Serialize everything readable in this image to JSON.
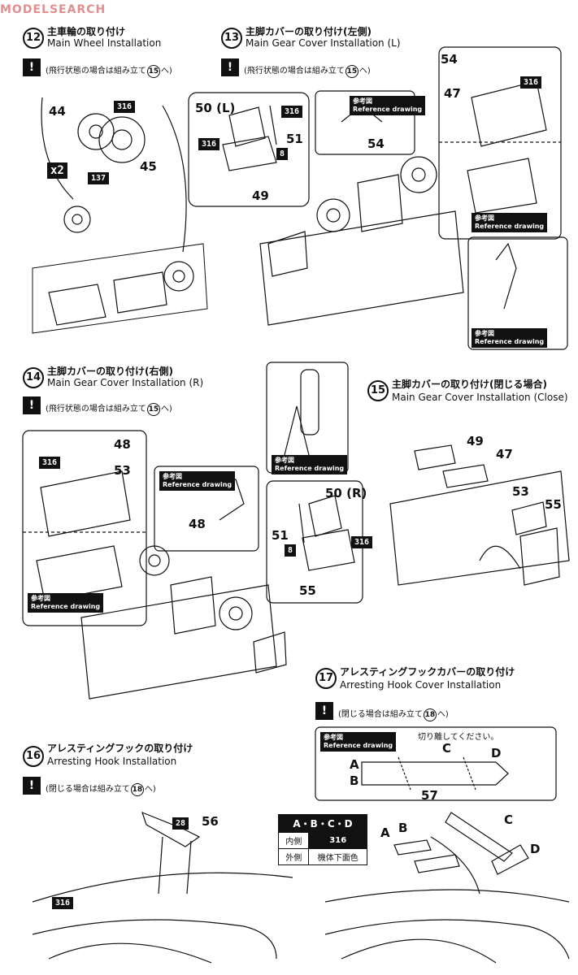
{
  "watermark": "MODELSEARCH",
  "glue_mark": "!",
  "ref_label_jp": "参考図",
  "ref_label_en": "Reference drawing",
  "steps": {
    "s12": {
      "num": "12",
      "jp": "主車輪の取り付け",
      "en": "Main Wheel Installation",
      "note_pre": "飛行状態の場合は組み立て",
      "note_ref": "15",
      "note_post": "へ",
      "parts": [
        "44",
        "45"
      ],
      "paint_a": "316",
      "paint_b": "137",
      "multiplier": "x2"
    },
    "s13": {
      "num": "13",
      "jp": "主脚カバーの取り付け(左側)",
      "en": "Main Gear Cover Installation (L)",
      "note_pre": "飛行状態の場合は組み立て",
      "note_ref": "15",
      "note_post": "へ",
      "parts": [
        "50 (L)",
        "51",
        "49",
        "54",
        "47",
        "54"
      ],
      "paint_316": "316",
      "paint_8": "8"
    },
    "s14": {
      "num": "14",
      "jp": "主脚カバーの取り付け(右側)",
      "en": "Main Gear Cover Installation (R)",
      "note_pre": "飛行状態の場合は組み立て",
      "note_ref": "15",
      "note_post": "へ",
      "parts": [
        "48",
        "53",
        "48",
        "50 (R)",
        "51",
        "55"
      ],
      "paint_316": "316",
      "paint_8": "8"
    },
    "s15": {
      "num": "15",
      "jp": "主脚カバーの取り付け(閉じる場合)",
      "en": "Main Gear Cover Installation (Close)",
      "parts": [
        "49",
        "47",
        "53",
        "55"
      ]
    },
    "s16": {
      "num": "16",
      "jp": "アレスティングフックの取り付け",
      "en": "Arresting Hook Installation",
      "note_pre": "閉じる場合は組み立て",
      "note_ref": "18",
      "note_post": "へ",
      "parts": [
        "56"
      ],
      "paint_28": "28",
      "paint_316": "316"
    },
    "s17": {
      "num": "17",
      "jp": "アレスティングフックカバーの取り付け",
      "en": "Arresting Hook Cover Installation",
      "note_pre": "閉じる場合は組み立て",
      "note_ref": "18",
      "note_post": "へ",
      "cut_note": "切り離してください。",
      "letters": [
        "A",
        "B",
        "C",
        "D"
      ],
      "part": "57"
    }
  },
  "color_table": {
    "header": "A・B・C・D",
    "rows": [
      {
        "label": "内側",
        "value": "316"
      },
      {
        "label": "外側",
        "value": "機体下面色"
      }
    ]
  }
}
